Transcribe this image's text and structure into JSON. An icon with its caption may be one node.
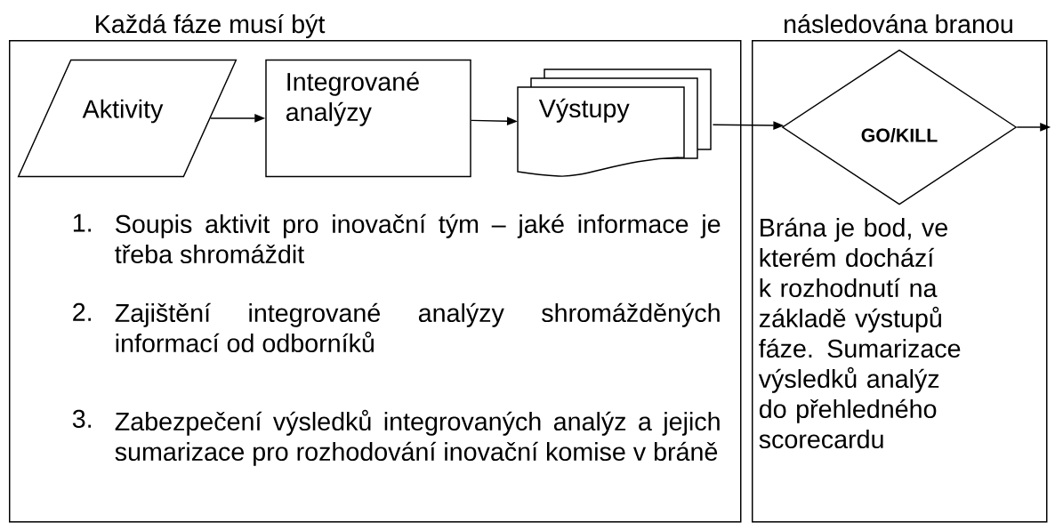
{
  "diagram": {
    "nodes": [
      {
        "text": [
          "Každá fáze musí být",
          "1.",
          "Soupis aktivit pro inovační tým – jaké informace je třeba shromáždit",
          "2.",
          "Zajištění integrované analýzy shromážděných informací od odborníků",
          "3.",
          "Zabezpečení výsledků integrovaných analýz a jejich sumarizace pro rozhodování inovační komise v bráně"
        ]
      },
      {
        "text": [
          "následována branou",
          "Brána je bod, ve kterém dochází k rozhodnutí na základě výstupů fáze. Sumarizace výsledků analýz do přehledného scorecardu"
        ]
      },
      {
        "text": [
          "Aktivity"
        ],
        "in": 0
      },
      {
        "text": [
          "Integrované analýzy"
        ],
        "in": 0
      },
      {
        "text": [
          "Výstupy"
        ],
        "in": 0
      },
      {
        "text": [
          "GO/KILL"
        ],
        "in": 1
      }
    ],
    "edges": [
      {
        "from": 2,
        "to": 3,
        "arrow": "to"
      },
      {
        "from": 3,
        "to": 4,
        "arrow": "to"
      },
      {
        "from": 4,
        "to": 5,
        "arrow": "to"
      },
      {
        "from": 5,
        "to": null,
        "arrow": "to"
      }
    ]
  }
}
